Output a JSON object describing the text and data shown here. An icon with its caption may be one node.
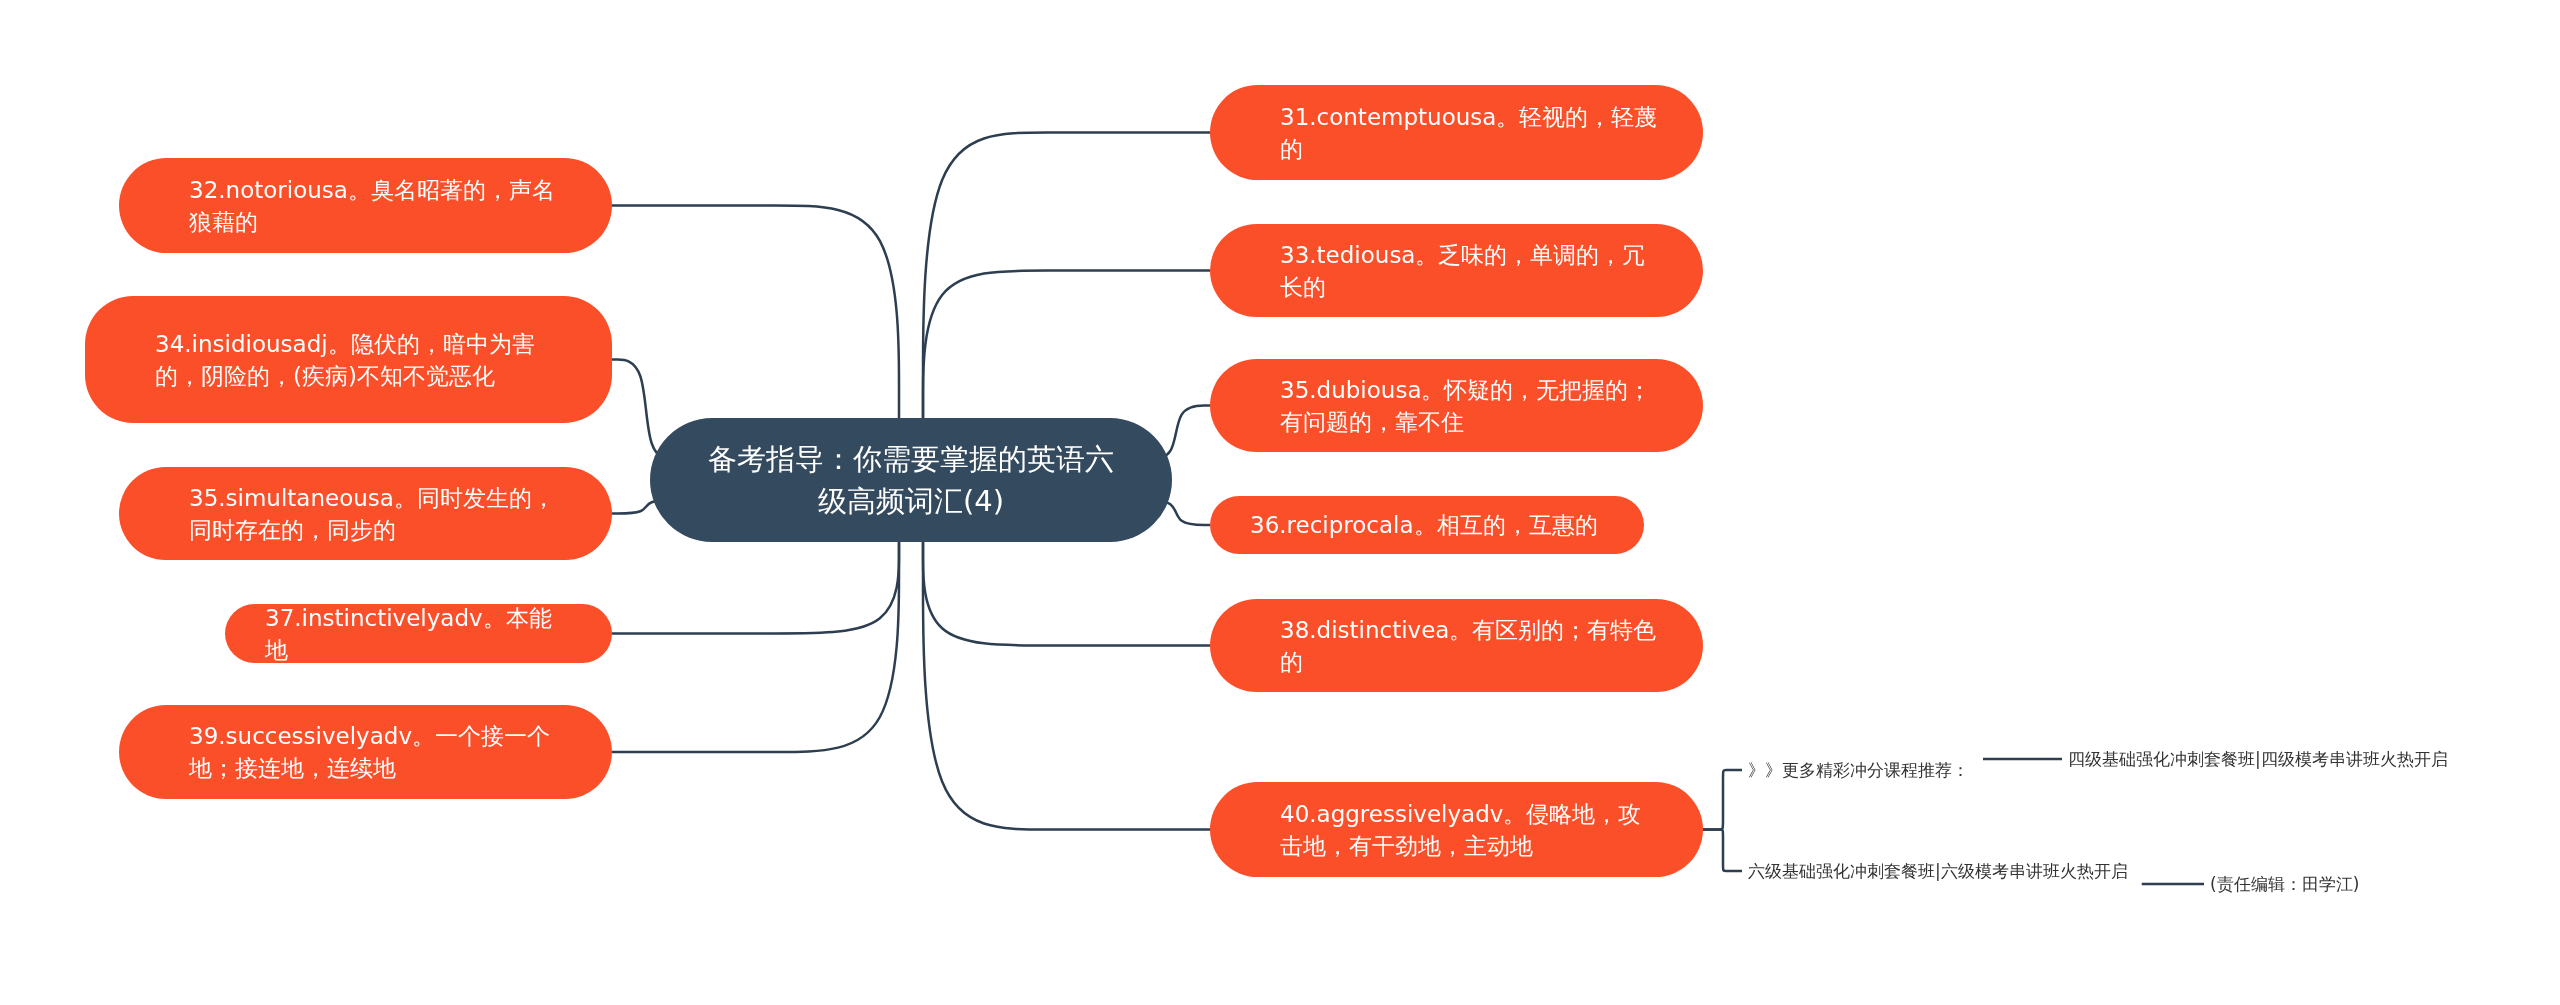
{
  "diagram": {
    "nodes": [
      {
        "text": [
          "备考指导：你需要掌握的英语六级高频词汇(4)"
        ]
      },
      {
        "text": [
          "31.contemptuousa。轻视的，轻蔑的"
        ]
      },
      {
        "text": [
          "32.notoriousa。臭名昭著的，声名狼藉的"
        ]
      },
      {
        "text": [
          "33.tediousa。乏味的，单调的，冗长的"
        ]
      },
      {
        "text": [
          "34.insidiousadj。隐伏的，暗中为害的，阴险的，(疾病)不知不觉恶化"
        ]
      },
      {
        "text": [
          "35.dubiousa。怀疑的，无把握的；有问题的，靠不住"
        ]
      },
      {
        "text": [
          "35.simultaneousa。同时发生的，同时存在的，同步的"
        ]
      },
      {
        "text": [
          "36.reciprocala。相互的，互惠的"
        ]
      },
      {
        "text": [
          "37.instinctivelyadv。本能地"
        ]
      },
      {
        "text": [
          "38.distinctivea。有区别的；有特色的"
        ]
      },
      {
        "text": [
          "39.successivelyadv。一个接一个地；接连地，连续地"
        ]
      },
      {
        "text": [
          "40.aggressivelyadv。侵略地，攻击地，有干劲地，主动地"
        ]
      },
      {
        "text": [
          "》》更多精彩冲分课程推荐："
        ]
      },
      {
        "text": [
          "四级基础强化冲刺套餐班|四级模考串讲班火热开启"
        ]
      },
      {
        "text": [
          "六级基础强化冲刺套餐班|六级模考串讲班火热开启"
        ]
      },
      {
        "text": [
          "(责任编辑：田学江)"
        ]
      }
    ],
    "edges": [
      {
        "from": 0,
        "to": 1,
        "arrow": "none"
      },
      {
        "from": 0,
        "to": 2,
        "arrow": "none"
      },
      {
        "from": 0,
        "to": 3,
        "arrow": "none"
      },
      {
        "from": 0,
        "to": 4,
        "arrow": "none"
      },
      {
        "from": 0,
        "to": 5,
        "arrow": "none"
      },
      {
        "from": 0,
        "to": 6,
        "arrow": "none"
      },
      {
        "from": 0,
        "to": 7,
        "arrow": "none"
      },
      {
        "from": 0,
        "to": 8,
        "arrow": "none"
      },
      {
        "from": 0,
        "to": 9,
        "arrow": "none"
      },
      {
        "from": 0,
        "to": 10,
        "arrow": "none"
      },
      {
        "from": 0,
        "to": 11,
        "arrow": "none"
      },
      {
        "from": 11,
        "to": 12,
        "arrow": "none"
      },
      {
        "from": 11,
        "to": 14,
        "arrow": "none"
      },
      {
        "from": 12,
        "to": 13,
        "arrow": "none"
      },
      {
        "from": 14,
        "to": 15,
        "arrow": "none"
      }
    ]
  }
}
